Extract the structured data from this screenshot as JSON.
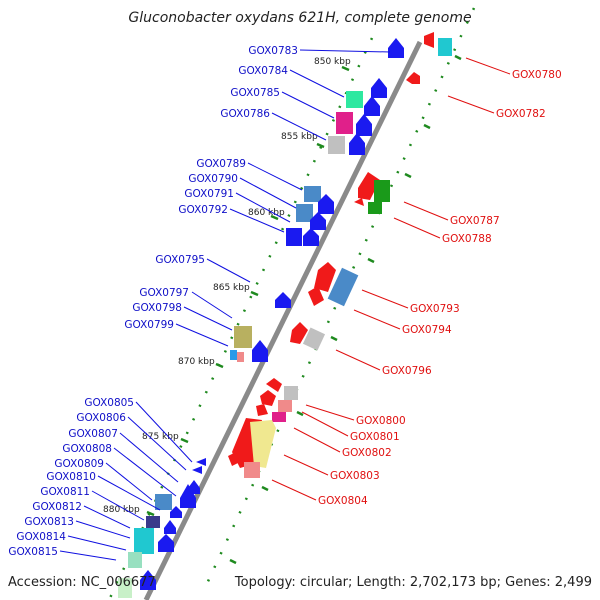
{
  "title": "Gluconobacter oxydans 621H, complete genome",
  "footer": {
    "accession": "Accession: NC_006677",
    "summary": "Topology: circular; Length: 2,702,173 bp; Genes: 2,499"
  },
  "colors": {
    "forward_label": "#1010c8",
    "reverse_label": "#e01010",
    "backbone": "#8a8a8a",
    "tick": "#1f8a1f"
  },
  "scale": [
    "850 kbp",
    "855 kbp",
    "860 kbp",
    "865 kbp",
    "870 kbp",
    "875 kbp",
    "880 kbp"
  ],
  "forward_genes": [
    "GOX0783",
    "GOX0784",
    "GOX0785",
    "GOX0786",
    "GOX0789",
    "GOX0790",
    "GOX0791",
    "GOX0792",
    "GOX0795",
    "GOX0797",
    "GOX0798",
    "GOX0799",
    "GOX0805",
    "GOX0806",
    "GOX0807",
    "GOX0808",
    "GOX0809",
    "GOX0810",
    "GOX0811",
    "GOX0812",
    "GOX0813",
    "GOX0814",
    "GOX0815"
  ],
  "reverse_genes": [
    "GOX0780",
    "GOX0782",
    "GOX0787",
    "GOX0788",
    "GOX0793",
    "GOX0794",
    "GOX0796",
    "GOX0800",
    "GOX0801",
    "GOX0802",
    "GOX0803",
    "GOX0804"
  ]
}
